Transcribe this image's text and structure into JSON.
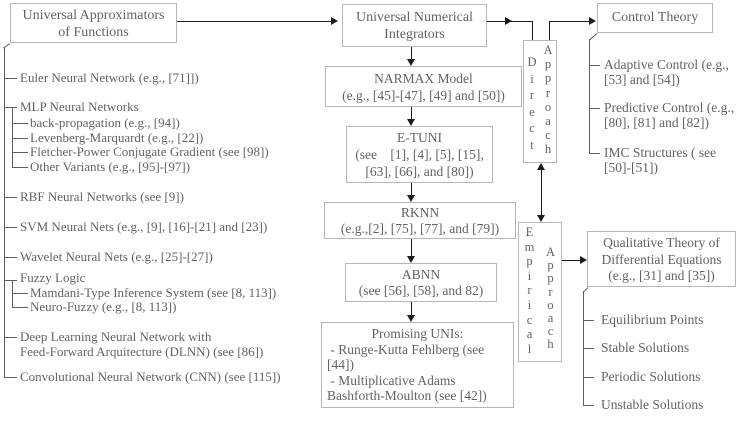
{
  "colors": {
    "text": "#636363",
    "box_border": "#b6b6b6",
    "tree_line": "#5f5f5f",
    "arrow": "#1c1c1c",
    "background": "#ffffff"
  },
  "left_tree": {
    "root": [
      "Universal Approximators",
      "of Functions"
    ],
    "items": {
      "euler": "Euler Neural Network (e.g., [71]])",
      "mlp": "MLP Neural Networks",
      "mlp_children": [
        "back-propagation (e.g., [94])",
        "Levenberg-Marquardt (e.g., [22])",
        "Fletcher-Power Conjugate Gradient (see [98])",
        "Other Variants (e.g., [95]-[97])"
      ],
      "rbf": "RBF Neural Networks (see [9])",
      "svm": "SVM Neural Nets (e.g., [9], [16]-[21] and [23])",
      "wavelet": "Wavelet Neural Nets (e.g., [25]-[27])",
      "fuzzy": "Fuzzy Logic",
      "fuzzy_children": [
        "Mamdani-Type Inference System (see [8, 113])",
        "Neuro-Fuzzy (e.g., [8, 113])"
      ],
      "dlnn": "Deep Learning Neural Network with\nFeed-Forward Arquitecture (DLNN) (see [86])",
      "cnn": "Convolutional Neural Network (CNN) (see [115])"
    }
  },
  "center_flow": {
    "root": [
      "Universal Numerical",
      "Integrators"
    ],
    "nodes": [
      {
        "lines": [
          "NARMAX Model",
          "(e.g., [45]-[47], [49] and [50])"
        ]
      },
      {
        "lines": [
          "E-TUNI",
          "(see    [1], [4], [5], [15],",
          "[63], [66], and [80])"
        ]
      },
      {
        "lines": [
          "RKNN",
          "(e.g.,[2], [75], [77], and [79])"
        ]
      },
      {
        "lines": [
          "ABNN",
          "(see [56], [58], and 82)"
        ]
      },
      {
        "lines": [
          "Promising UNIs:",
          " - Runge-Kutta Fehlberg (see",
          "[44])",
          " - Multiplicative Adams",
          "Bashforth-Moulton (see [42])"
        ]
      }
    ]
  },
  "approaches": {
    "direct": {
      "name": "Direct Approach",
      "word1": "D\ni\nr\ne\nc\nt",
      "word2": "A\np\np\nr\no\na\nc\nh"
    },
    "empirical": {
      "name": "Empirical Approach",
      "word1": "E\nm\np\ni\nr\ni\nc\na\nl",
      "word2": "A\np\np\nr\no\na\nc\nh"
    }
  },
  "control_tree": {
    "root": "Control Theory",
    "items": [
      "Adaptive Control (e.g.,\n[53] and [54])",
      "Predictive Control (e.g.,\n[80], [81] and [82])",
      "IMC Structures ( see\n[50]-[51])"
    ]
  },
  "qualitative_tree": {
    "root": [
      "Qualitative Theory of",
      "Differential Equations",
      "(e.g., [31] and [35])"
    ],
    "items": [
      "Equilibrium Points",
      "Stable Solutions",
      "Periodic Solutions",
      "Unstable Solutions"
    ]
  }
}
